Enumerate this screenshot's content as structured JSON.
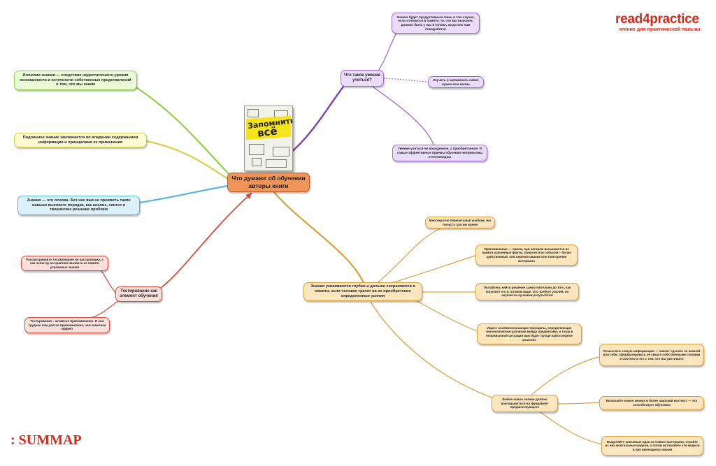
{
  "brand": {
    "logo_part1": "read",
    "logo_part2": "4",
    "logo_part3": "practice",
    "tagline": "чтение для практической пользы",
    "footer": ": SUMMAP"
  },
  "book": {
    "title_line1": "Запомнить",
    "title_line2": "всё"
  },
  "central": {
    "text": "Что думают об обучении авторы книги"
  },
  "colors": {
    "purple": "#a06ad6",
    "green": "#8fd04a",
    "yellow": "#d6d04a",
    "blue": "#5ab4dc",
    "red": "#d84a3c",
    "orange": "#d9a040",
    "central": "#f0955a"
  },
  "nodes": {
    "what_is": "Что такое умение учиться?",
    "what_is_1": "Знание будет продуктивным лишь в том случае, если отложится в памяти: то, что мы выучили, должно быть у нас в голове, когда оно нам понадобится",
    "what_is_2": "Изучать и запоминать новое нужно всю жизнь",
    "what_is_3": "Умение учиться не врожденное, а приобретаемое. И самые эффективные приемы обучения непривычны и неочевидны",
    "illusion": "Иллюзия знания — следствие недостаточного уровня осознанности и неточности собственных представлений о том, что мы знаем",
    "true_knowledge": "Подлинное знание заключается во владении содержанием информации и принципами ее применения",
    "basis": "Знания — это основа. Без нее вам не проявить такие навыки высокого порядка, как анализ, синтез и творческое решение проблем",
    "testing": "Тестирование как элемент обучения",
    "testing_1": "Рассматривайте тестирование не как проверку, а как попытку на практике вызвать из памяти усвоенные знания",
    "testing_2": "Тестирование - активное припоминание. И чем труднее нам дается припоминание, чем заметнее эффект",
    "deeper": "Знания усваиваются глубже и дольше сохраняются в памяти, если человек тратит на их приобретение определенные усилия",
    "deeper_1": "Многократно перечитывая учебник, мы попусту тратим время",
    "deeper_2": "Припоминание — прием, при котором вызываются из памяти усвоенные факты, понятия или события – более действенный, чем перечитывание или повторение материала",
    "deeper_3": "Пытайтесь найти решение самостоятельно до того, как получите его в готовом виде. Это требует усилий, но окупается лучшими результатом",
    "deeper_4": "Ищите основополагающие принципы, определяющие типологические различия между предметами, и тогда в непривычной ситуации вам будет проще найти верное решение",
    "anchor": "Любое новое знание должно накладываться на фундамент предшествующего",
    "anchor_1": "Осмыслить новую информацию — значит сделать ее важной для себя, сформулировать ее смысл собственными словами и соотнести его с тем, что вы уже знаете",
    "anchor_2": "Включайте новое знание в более широкий контекст — это способствует обучению",
    "anchor_3": "Выделяйте ключевые идеи из нового материала, стройте из них ментальные модели, а потом вставляйте эти модели в уже имеющиеся знания"
  }
}
